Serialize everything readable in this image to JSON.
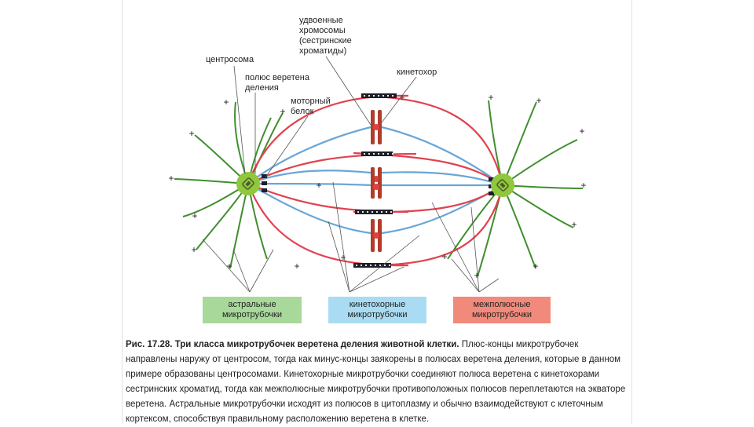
{
  "labels": {
    "sister": [
      "удвоенные",
      "хромосомы",
      "(сестринские",
      "хроматиды)"
    ],
    "kinetochore": "кинетохор",
    "centrosome": "центросома",
    "spindle_pole": [
      "полюс веретена",
      "деления"
    ],
    "motor": [
      "моторный",
      "белок"
    ]
  },
  "boxes": {
    "astral": "астральные\nмикротрубочки",
    "kinetochore_mt": "кинетохорные\nмикротрубочки",
    "interpolar": "межполюсные\nмикротрубочки"
  },
  "colors": {
    "astral": "#3f8f2e",
    "astral_box": "#a8d99a",
    "kinetochore_mt": "#6aa6d6",
    "kinetochore_box": "#a9dcf2",
    "interpolar": "#e0424f",
    "interpolar_box": "#f28a7c",
    "chromosome": "#b23b2a",
    "centrosome": "#8fc83c"
  },
  "plus_sign": "+",
  "caption": {
    "title": "Рис. 17.28. Три класса микротрубочек веретена деления животной клетки.",
    "text": " Плюс-концы микротрубочек направлены наружу от центросом, тогда как минус-концы заякорены в полюсах веретена деления, которые в данном примере образованы центросомами. Кинетохорные микротрубочки соединяют полюса веретена с кинетохорами сестринских хроматид, тогда как межполюсные микротрубочки противоположных полюсов переплетаются на экваторе веретена. Астральные микротрубочки исходят из полюсов в цитоплазму и обычно взаимодействуют с клеточным кортексом, способствуя правильному расположению веретена в клетке."
  }
}
